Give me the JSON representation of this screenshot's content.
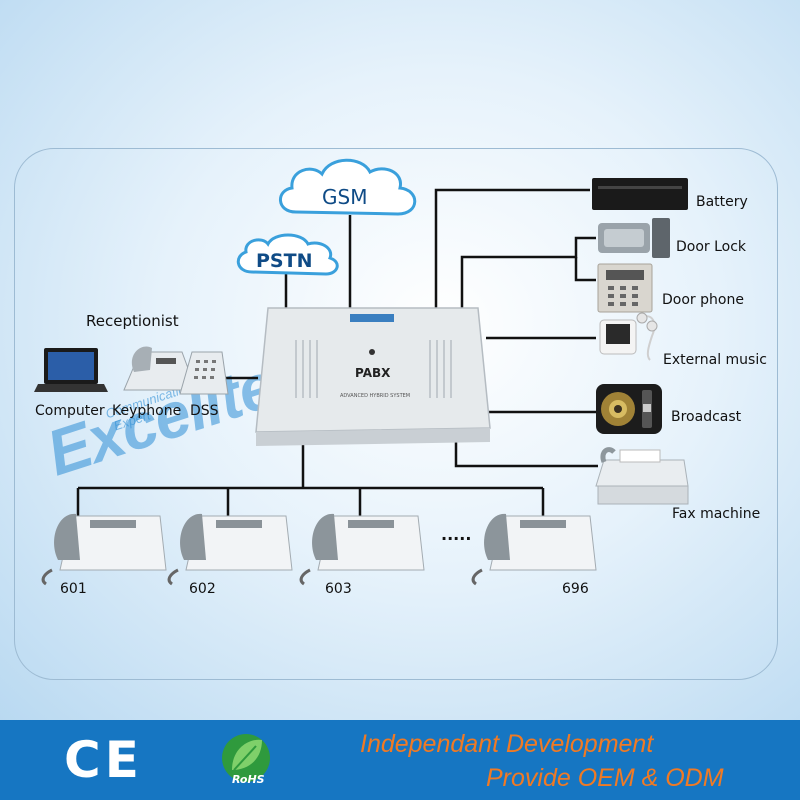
{
  "diagram": {
    "clouds": {
      "gsm": "GSM",
      "pstn": "PSTN"
    },
    "pabx": {
      "label": "PABX",
      "subtitle": "ADVANCED HYBRID SYSTEM"
    },
    "receptionist": {
      "title": "Receptionist",
      "computer": "Computer",
      "keyphone": "Keyphone",
      "dss": "DSS"
    },
    "peripherals": {
      "battery": "Battery",
      "door_lock": "Door Lock",
      "door_phone": "Door phone",
      "external_music": "External music",
      "broadcast": "Broadcast",
      "fax_machine": "Fax machine"
    },
    "extensions": [
      "601",
      "602",
      "603",
      "696"
    ],
    "ellipsis": ".....",
    "watermark": {
      "brand": "Excelltel",
      "tagline_1": "Communication",
      "tagline_2": "Expert"
    }
  },
  "footer": {
    "ce_mark": "CE",
    "rohs": "RoHS",
    "slogan_line1": "Independant Development",
    "slogan_line2": "Provide OEM & ODM"
  },
  "colors": {
    "footer_bg": "#1676c2",
    "slogan": "#f07a24",
    "cloud_stroke": "#3aa0dc",
    "watermark": "#2f8fd6",
    "line": "#111111"
  }
}
